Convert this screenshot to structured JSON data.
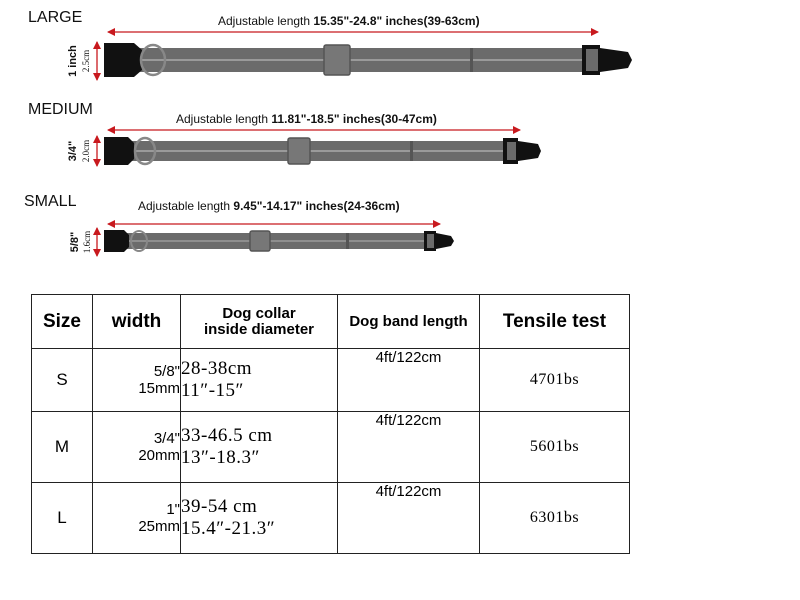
{
  "collars": [
    {
      "size_label": "LARGE",
      "adjustable_prefix": "Adjustable length",
      "adjustable_range": "15.35\"-24.8\" inches(39-63cm)",
      "width_inch": "1 inch",
      "width_metric": "2.5cm"
    },
    {
      "size_label": "MEDIUM",
      "adjustable_prefix": "Adjustable length",
      "adjustable_range": "11.81\"-18.5\" inches(30-47cm)",
      "width_inch": "3/4\"",
      "width_metric": "2.0cm"
    },
    {
      "size_label": "SMALL",
      "adjustable_prefix": "Adjustable length",
      "adjustable_range": "9.45\"-14.17\" inches(24-36cm)",
      "width_inch": "5/8\"",
      "width_metric": "1.6cm"
    }
  ],
  "colors": {
    "strap": "#6b6b6b",
    "stripe": "#9a9a9a",
    "buckle": "#111111",
    "arrow": "#c8191e"
  },
  "table": {
    "headers": {
      "size": "Size",
      "width": "width",
      "diameter_line1": "Dog collar",
      "diameter_line2": "inside diameter",
      "band": "Dog band length",
      "tensile": "Tensile test"
    },
    "rows": [
      {
        "size": "S",
        "width_inch": "5/8\"",
        "width_mm": "15mm",
        "diam_cm": "28-38cm",
        "diam_in": "11″-15″",
        "band": "4ft/122cm",
        "tensile": "4701bs"
      },
      {
        "size": "M",
        "width_inch": "3/4\"",
        "width_mm": "20mm",
        "diam_cm": "33-46.5 cm",
        "diam_in": "13″-18.3″",
        "band": "4ft/122cm",
        "tensile": "5601bs"
      },
      {
        "size": "L",
        "width_inch": "1\"",
        "width_mm": "25mm",
        "diam_cm": "39-54 cm",
        "diam_in": "15.4″-21.3″",
        "band": "4ft/122cm",
        "tensile": "6301bs"
      }
    ]
  }
}
